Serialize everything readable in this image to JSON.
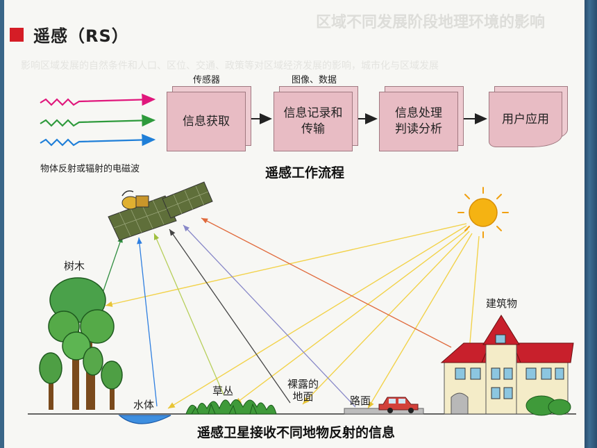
{
  "heading": {
    "title": "遥感（RS）"
  },
  "background_text": {
    "ghost_title": "区域不同发展阶段地理环境的影响",
    "ghost_line": "影响区域发展的自然条件和人口、区位、交通、政策等对区域经济发展的影响，城市化与区域发展"
  },
  "workflow": {
    "input_label": "物体反射或辐射的电磁波",
    "steps": [
      {
        "label": "信息获取",
        "above": "传感器"
      },
      {
        "label": "信息记录和\n传输",
        "above": "图像、数据"
      },
      {
        "label": "信息处理\n判读分析",
        "above": ""
      },
      {
        "label": "用户应用",
        "above": ""
      }
    ],
    "caption": "遥感工作流程",
    "wave_colors": [
      "#e0177c",
      "#2e9a3c",
      "#1f7fd8"
    ]
  },
  "scene": {
    "objects": {
      "tree": "树木",
      "water": "水体",
      "grass": "草丛",
      "bare_ground": "裸露的\n地面",
      "road": "路面",
      "building": "建筑物"
    },
    "caption": "遥感卫星接收不同地物反射的信息",
    "colors": {
      "sun_ray": "#f2d24a",
      "sun": "#f5b312",
      "to_sat_tree": "#2f8d3f",
      "to_sat_water": "#2f7fe0",
      "to_sat_grass": "#b7cf5a",
      "to_sat_ground": "#444444",
      "to_sat_road": "#8888c8",
      "to_sat_building": "#e06a3c"
    }
  }
}
